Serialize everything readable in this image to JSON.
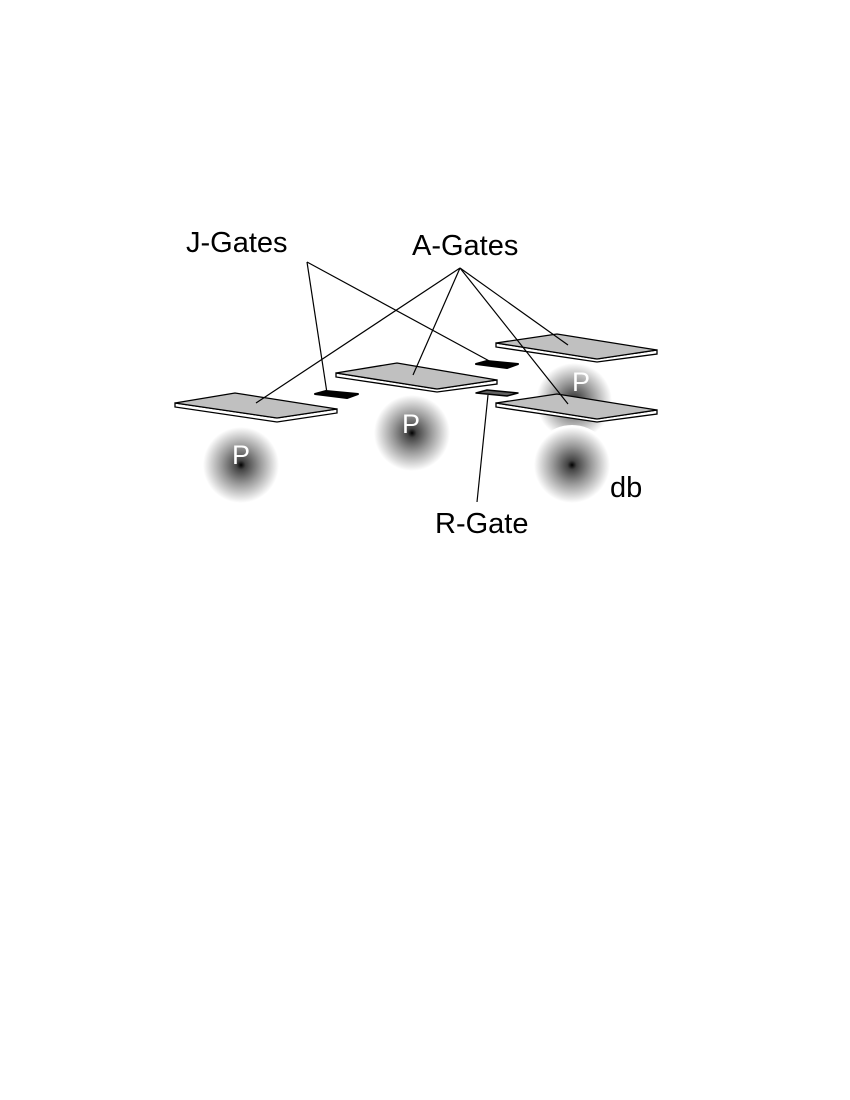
{
  "labels": {
    "j_gates": "J-Gates",
    "a_gates": "A-Gates",
    "r_gate": "R-Gate",
    "db": "db",
    "p1": "P",
    "p2": "P",
    "p3": "P"
  },
  "colors": {
    "plate": "#c0c0c0",
    "gate": "#000000",
    "r_gate": "#606060"
  }
}
